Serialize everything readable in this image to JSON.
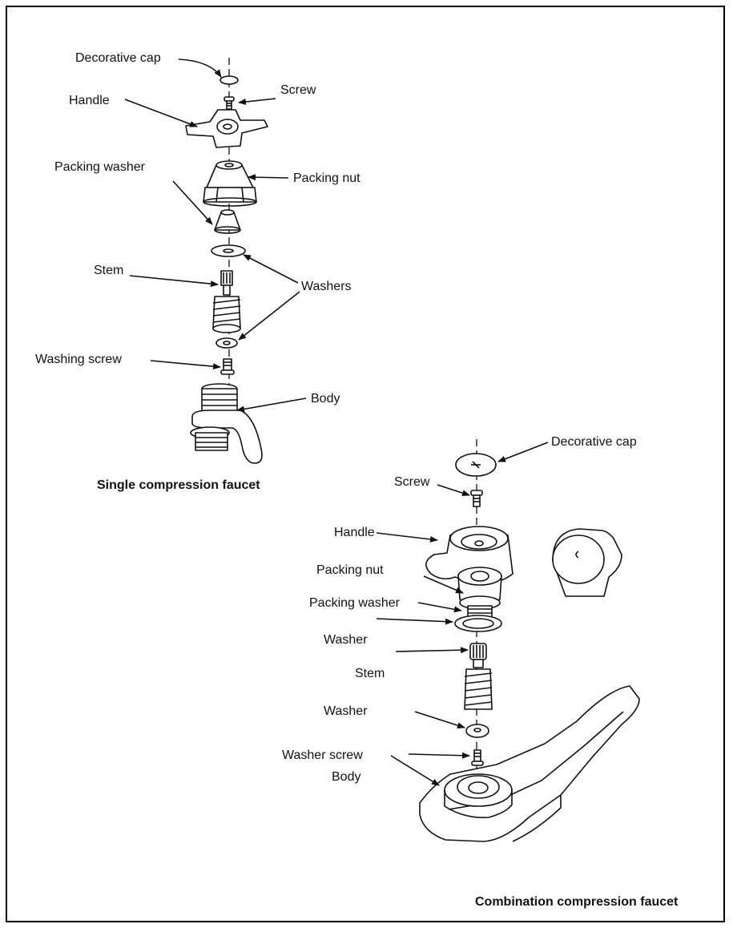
{
  "single": {
    "caption": "Single compression faucet",
    "labels": {
      "decorative_cap": "Decorative cap",
      "screw": "Screw",
      "handle": "Handle",
      "packing_washer": "Packing washer",
      "packing_nut": "Packing nut",
      "stem": "Stem",
      "washers": "Washers",
      "washing_screw": "Washing screw",
      "body": "Body"
    }
  },
  "combination": {
    "caption": "Combination compression faucet",
    "labels": {
      "decorative_cap": "Decorative cap",
      "screw": "Screw",
      "handle": "Handle",
      "packing_nut": "Packing nut",
      "packing_washer": "Packing washer",
      "washer_top": "Washer",
      "stem": "Stem",
      "washer_bottom": "Washer",
      "washer_screw": "Washer screw",
      "body": "Body"
    }
  }
}
